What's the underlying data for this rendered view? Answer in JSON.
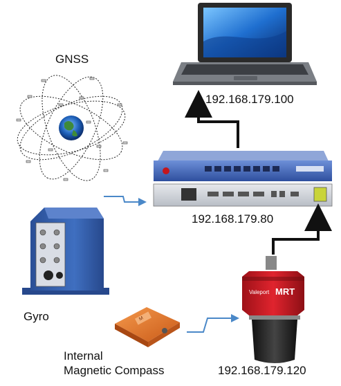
{
  "labels": {
    "gnss": "GNSS",
    "gyro": "Gyro",
    "compass_line1": "Internal",
    "compass_line2": "Magnetic Compass",
    "ip_laptop": "192.168.179.100",
    "ip_switch": "192.168.179.80",
    "ip_sensor": "192.168.179.120"
  },
  "device_text": {
    "sensor_brand": "Valeport",
    "sensor_model": "MRT",
    "compass_tag": "M"
  },
  "colors": {
    "arrow_black": "#111111",
    "arrow_blue": "#4a88c8",
    "switch_blue": "#3b63b8",
    "sensor_red": "#d4202a",
    "compass_orange": "#e8762a",
    "gyro_blue": "#2f5fae"
  }
}
